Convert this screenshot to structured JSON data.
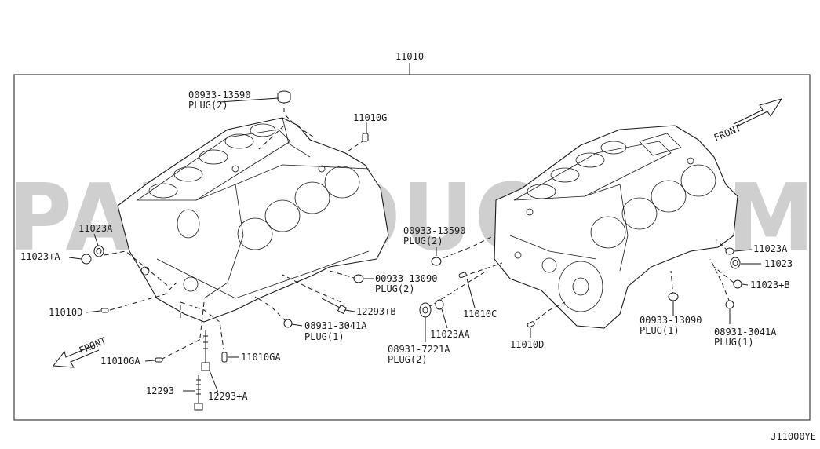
{
  "watermark": "PARTSOUQ.COM",
  "diagram_code": "J11000YE",
  "assembly_number": "11010",
  "front_label": "FRONT",
  "labels": {
    "top_plug_num": "00933-13590",
    "top_plug_name": "PLUG(2)",
    "l_11010g": "11010G",
    "l_11023a": "11023A",
    "l_11023pa": "11023+A",
    "l_11010d": "11010D",
    "l_11010ga_1": "11010GA",
    "l_11010ga_2": "11010GA",
    "l_12293": "12293",
    "l_12293pa": "12293+A",
    "l_12293pb": "12293+B",
    "l_08931_l_num": "08931-3041A",
    "l_08931_l_name": "PLUG(1)",
    "l_00933_13090_l_num": "00933-13090",
    "l_00933_13090_l_name": "PLUG(2)",
    "l_mid_plug_num": "00933-13590",
    "l_mid_plug_name": "PLUG(2)",
    "l_11010c": "11010C",
    "l_11023aa": "11023AA",
    "l_08931_7221": "08931-7221A",
    "l_08931_7221_name": "PLUG(2)",
    "l_11010d_r": "11010D",
    "l_00933_13090_r_num": "00933-13090",
    "l_00933_13090_r_name": "PLUG(1)",
    "l_08931_r_num": "08931-3041A",
    "l_08931_r_name": "PLUG(1)",
    "r_11023a": "11023A",
    "r_11023": "11023",
    "r_11023pb": "11023+B"
  }
}
